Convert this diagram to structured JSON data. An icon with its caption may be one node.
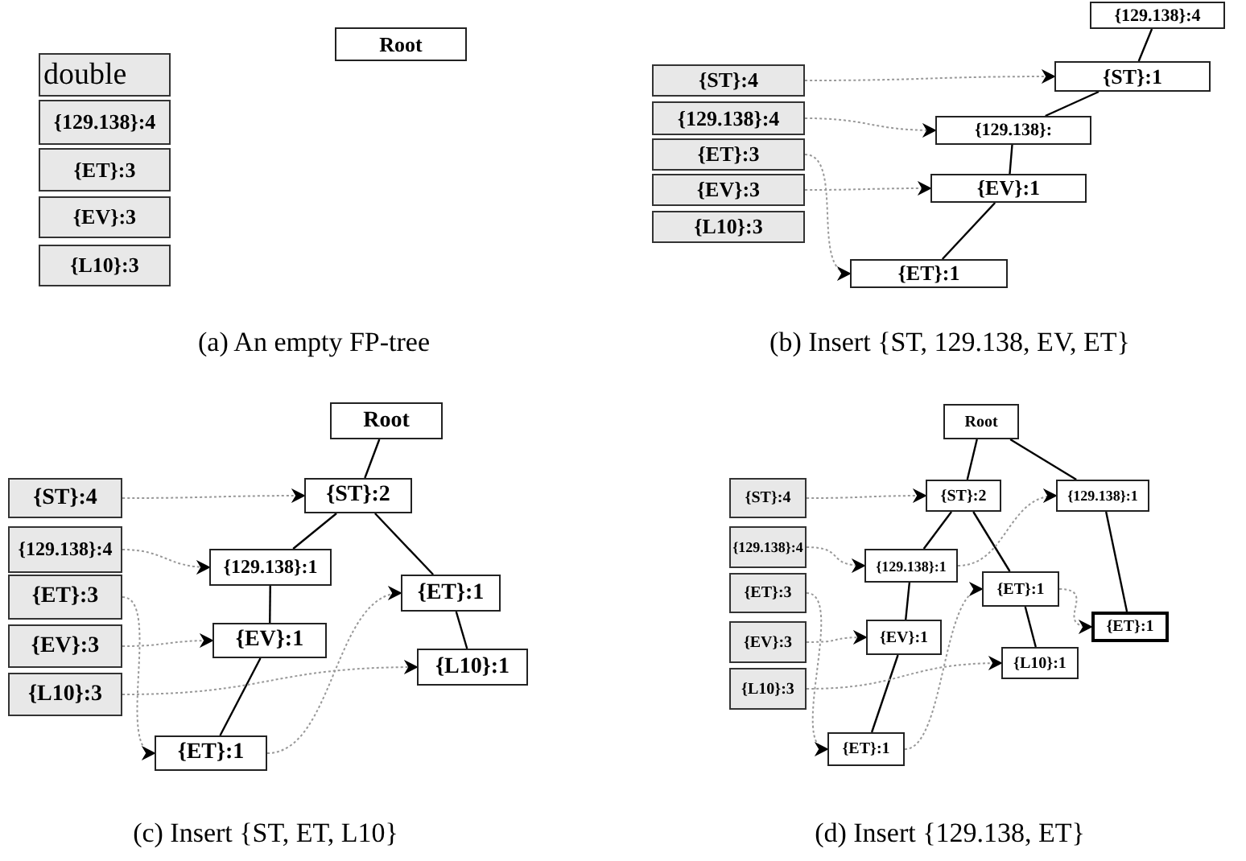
{
  "diagram": {
    "nodes": [
      {
        "text": [
          "Root"
        ]
      },
      {
        "text": [
          "double"
        ]
      },
      {
        "text": [
          "{129.138}:4"
        ]
      },
      {
        "text": [
          "{ET}:3"
        ]
      },
      {
        "text": [
          "{EV}:3"
        ]
      },
      {
        "text": [
          "{L10}:3"
        ]
      },
      {
        "text": [
          "{ST}:4"
        ]
      },
      {
        "text": [
          "{129.138}:4"
        ]
      },
      {
        "text": [
          "{ET}:3"
        ]
      },
      {
        "text": [
          "{EV}:3"
        ]
      },
      {
        "text": [
          "{L10}:3"
        ]
      },
      {
        "text": [
          "{129.138}:4"
        ]
      },
      {
        "text": [
          "{ST}:1"
        ]
      },
      {
        "text": [
          "{129.138}:"
        ]
      },
      {
        "text": [
          "{EV}:1"
        ]
      },
      {
        "text": [
          "{ET}:1"
        ]
      },
      {
        "text": [
          "Root"
        ]
      },
      {
        "text": [
          "{ST}:4"
        ]
      },
      {
        "text": [
          "{129.138}:4"
        ]
      },
      {
        "text": [
          "{ET}:3"
        ]
      },
      {
        "text": [
          "{EV}:3"
        ]
      },
      {
        "text": [
          "{L10}:3"
        ]
      },
      {
        "text": [
          "{ST}:2"
        ]
      },
      {
        "text": [
          "{129.138}:1"
        ]
      },
      {
        "text": [
          "{ET}:1"
        ]
      },
      {
        "text": [
          "{EV}:1"
        ]
      },
      {
        "text": [
          "{L10}:1"
        ]
      },
      {
        "text": [
          "{ET}:1"
        ]
      },
      {
        "text": [
          "Root"
        ]
      },
      {
        "text": [
          "{ST}:4"
        ]
      },
      {
        "text": [
          "{129.138}:4"
        ]
      },
      {
        "text": [
          "{ET}:3"
        ]
      },
      {
        "text": [
          "{EV}:3"
        ]
      },
      {
        "text": [
          "{L10}:3"
        ]
      },
      {
        "text": [
          "{ST}:2"
        ]
      },
      {
        "text": [
          "{129.138}:1"
        ]
      },
      {
        "text": [
          "{129.138}:1"
        ]
      },
      {
        "text": [
          "{ET}:1"
        ]
      },
      {
        "text": [
          "{ET}:1"
        ]
      },
      {
        "text": [
          "{EV}:1"
        ]
      },
      {
        "text": [
          "{L10}:1"
        ]
      },
      {
        "text": [
          "{ET}:1"
        ]
      }
    ],
    "edges": [
      {
        "from": 11,
        "to": 12,
        "arrow": "none"
      },
      {
        "from": 12,
        "to": 13,
        "arrow": "none"
      },
      {
        "from": 13,
        "to": 14,
        "arrow": "none"
      },
      {
        "from": 14,
        "to": 15,
        "arrow": "none"
      },
      {
        "from": 6,
        "to": 12,
        "arrow": "to",
        "style": "dashed",
        "color": "#999999"
      },
      {
        "from": 7,
        "to": 13,
        "arrow": "to",
        "style": "dashed",
        "color": "#999999"
      },
      {
        "from": 8,
        "to": 15,
        "arrow": "to",
        "style": "dashed",
        "color": "#999999"
      },
      {
        "from": 9,
        "to": 14,
        "arrow": "to",
        "style": "dashed",
        "color": "#999999"
      },
      {
        "from": 16,
        "to": 22,
        "arrow": "none"
      },
      {
        "from": 22,
        "to": 23,
        "arrow": "none"
      },
      {
        "from": 22,
        "to": 24,
        "arrow": "none"
      },
      {
        "from": 23,
        "to": 25,
        "arrow": "none"
      },
      {
        "from": 25,
        "to": 27,
        "arrow": "none"
      },
      {
        "from": 24,
        "to": 26,
        "arrow": "none"
      },
      {
        "from": 17,
        "to": 22,
        "arrow": "to",
        "style": "dashed",
        "color": "#999999"
      },
      {
        "from": 18,
        "to": 23,
        "arrow": "to",
        "style": "dashed",
        "color": "#999999"
      },
      {
        "from": 19,
        "to": 27,
        "arrow": "to",
        "style": "dashed",
        "color": "#999999"
      },
      {
        "from": 20,
        "to": 25,
        "arrow": "to",
        "style": "dashed",
        "color": "#999999"
      },
      {
        "from": 21,
        "to": 26,
        "arrow": "to",
        "style": "dashed",
        "color": "#999999"
      },
      {
        "from": 27,
        "to": 24,
        "arrow": "to",
        "style": "dashed",
        "color": "#999999"
      },
      {
        "from": 28,
        "to": 34,
        "arrow": "none"
      },
      {
        "from": 28,
        "to": 35,
        "arrow": "none"
      },
      {
        "from": 34,
        "to": 36,
        "arrow": "none"
      },
      {
        "from": 34,
        "to": 37,
        "arrow": "none"
      },
      {
        "from": 36,
        "to": 39,
        "arrow": "none"
      },
      {
        "from": 39,
        "to": 41,
        "arrow": "none"
      },
      {
        "from": 37,
        "to": 40,
        "arrow": "none"
      },
      {
        "from": 35,
        "to": 38,
        "arrow": "none"
      },
      {
        "from": 29,
        "to": 34,
        "arrow": "to",
        "style": "dashed",
        "color": "#999999"
      },
      {
        "from": 30,
        "to": 36,
        "arrow": "to",
        "style": "dashed",
        "color": "#999999"
      },
      {
        "from": 36,
        "to": 35,
        "arrow": "to",
        "style": "dashed",
        "color": "#999999"
      },
      {
        "from": 31,
        "to": 41,
        "arrow": "to",
        "style": "dashed",
        "color": "#999999"
      },
      {
        "from": 41,
        "to": 37,
        "arrow": "to",
        "style": "dashed",
        "color": "#999999"
      },
      {
        "from": 37,
        "to": 38,
        "arrow": "to",
        "style": "dashed",
        "color": "#999999"
      },
      {
        "from": 32,
        "to": 39,
        "arrow": "to",
        "style": "dashed",
        "color": "#999999"
      },
      {
        "from": 33,
        "to": 40,
        "arrow": "to",
        "style": "dashed",
        "color": "#999999"
      }
    ],
    "labels": [
      "(a) An empty FP-tree",
      "(b) Insert {ST, 129.138, EV, ET}",
      "(c) Insert {ST, ET, L10}",
      "(d) Insert {129.138, ET}"
    ]
  }
}
